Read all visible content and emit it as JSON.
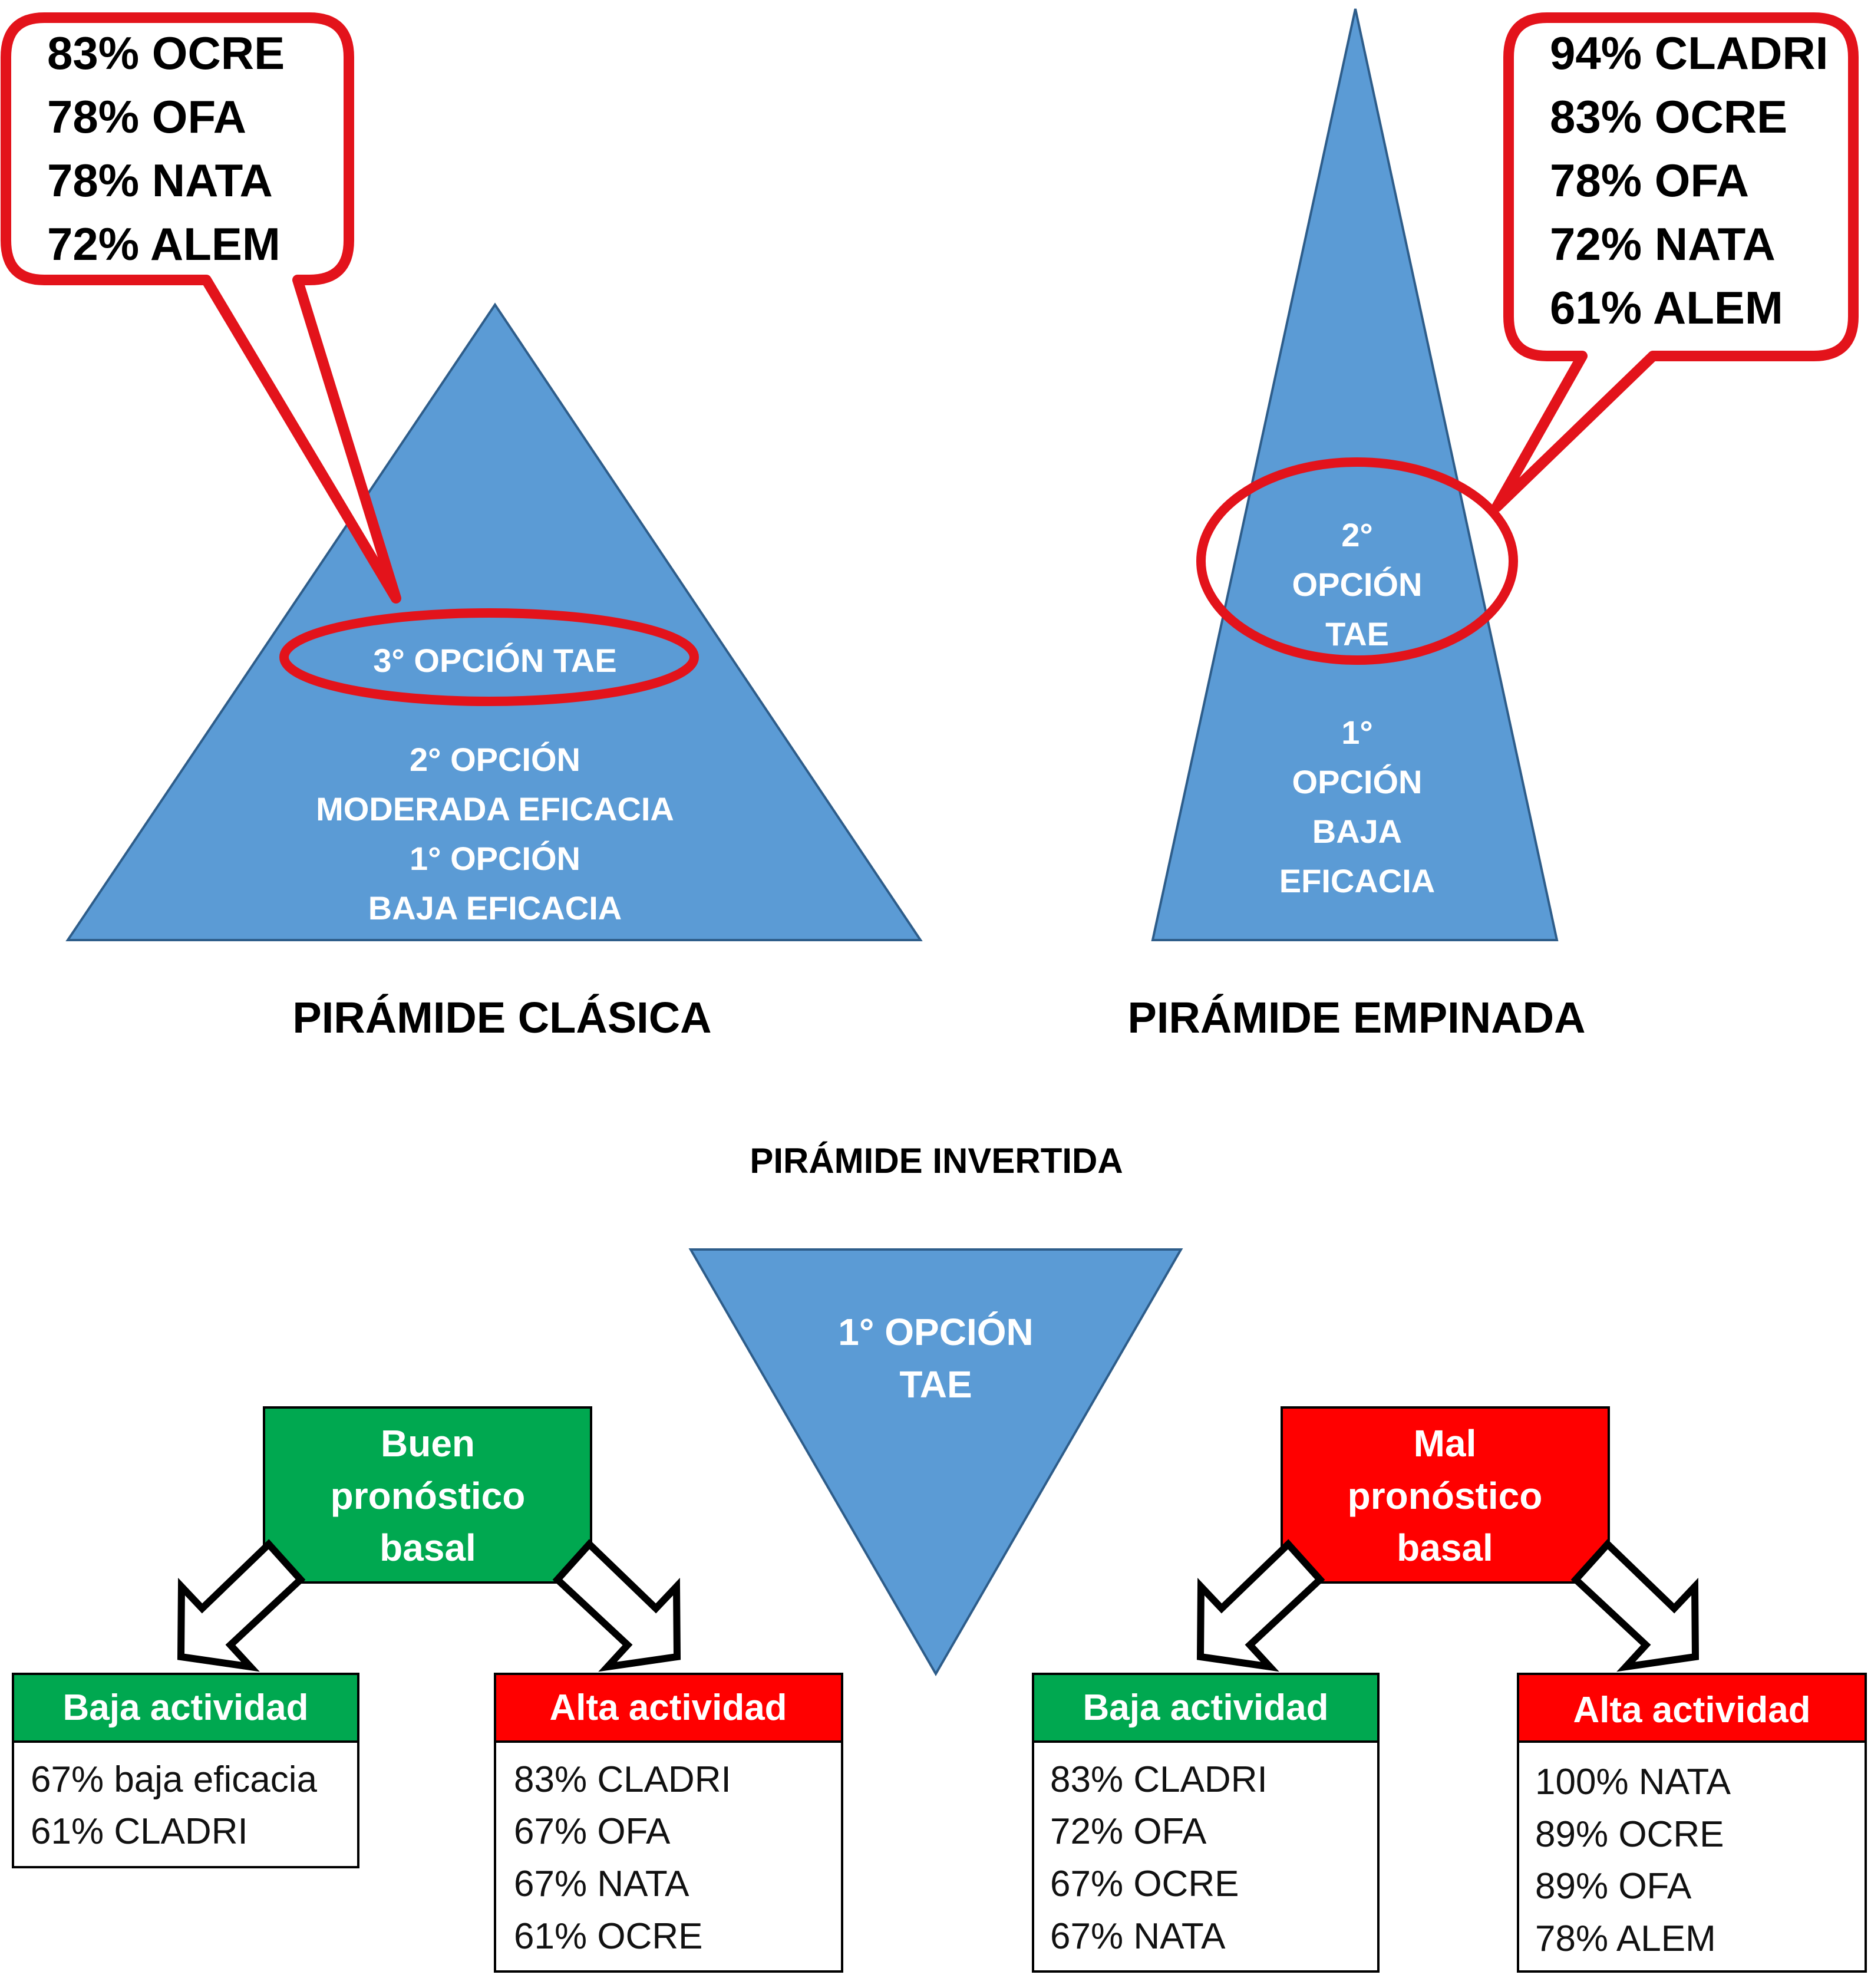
{
  "colors": {
    "pyramid_fill": "#5b9bd5",
    "highlight_red": "#e3131b",
    "good_green": "#00a850",
    "bad_red": "#ff0000",
    "text_white": "#ffffff",
    "text_black": "#000000"
  },
  "classic": {
    "title": "PIRÁMIDE CLÁSICA",
    "highlight_label": "3° OPCIÓN TAE",
    "levels": [
      "2° OPCIÓN",
      "MODERADA EFICACIA",
      "1° OPCIÓN",
      "BAJA EFICACIA"
    ],
    "callout": [
      "83% OCRE",
      "78% OFA",
      "78% NATA",
      "72% ALEM"
    ]
  },
  "steep": {
    "title": "PIRÁMIDE EMPINADA",
    "highlight_label": [
      "2°",
      "OPCIÓN",
      "TAE"
    ],
    "levels": [
      "1°",
      "OPCIÓN",
      "BAJA",
      "EFICACIA"
    ],
    "callout": [
      "94% CLADRI",
      "83% OCRE",
      "78% OFA",
      "72% NATA",
      "61% ALEM"
    ]
  },
  "inverted": {
    "title": "PIRÁMIDE INVERTIDA",
    "label": [
      "1° OPCIÓN",
      "TAE"
    ],
    "good_prognosis": [
      "Buen",
      "pronóstico",
      "basal"
    ],
    "bad_prognosis": [
      "Mal",
      "pronóstico",
      "basal"
    ],
    "tables": [
      {
        "header": "Baja actividad",
        "header_color": "green",
        "items": [
          "67% baja eficacia",
          "61% CLADRI"
        ]
      },
      {
        "header": "Alta actividad",
        "header_color": "red",
        "items": [
          "83% CLADRI",
          "67% OFA",
          "67% NATA",
          "61% OCRE"
        ]
      },
      {
        "header": "Baja actividad",
        "header_color": "green",
        "items": [
          "83% CLADRI",
          "72% OFA",
          "67% OCRE",
          "67% NATA"
        ]
      },
      {
        "header": "Alta actividad",
        "header_color": "red",
        "items": [
          "100% NATA",
          "89% OCRE",
          "89% OFA",
          "78% ALEM"
        ]
      }
    ]
  }
}
